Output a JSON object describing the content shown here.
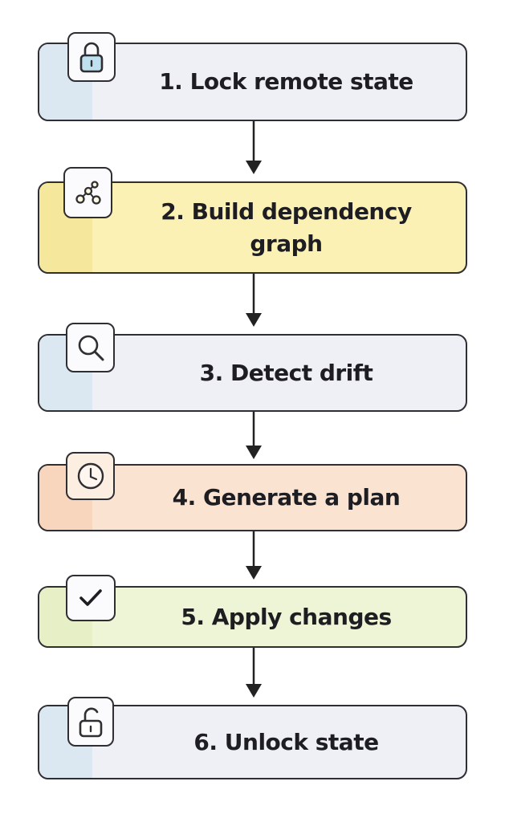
{
  "steps": [
    {
      "label": "1. Lock remote state",
      "icon": "lock-icon",
      "fill": "#eef0f6",
      "stripe": "#dbe8f2"
    },
    {
      "label": "2. Build dependency graph",
      "icon": "graph-nodes-icon",
      "fill": "#fbf1b4",
      "stripe": "#f5e89c"
    },
    {
      "label": "3. Detect drift",
      "icon": "magnifier-icon",
      "fill": "#eef0f6",
      "stripe": "#dbe8f2"
    },
    {
      "label": "4. Generate a plan",
      "icon": "clock-icon",
      "fill": "#fbe3d2",
      "stripe": "#f8d6bd"
    },
    {
      "label": "5. Apply changes",
      "icon": "checkmark-icon",
      "fill": "#eef4d6",
      "stripe": "#e6efc5"
    },
    {
      "label": "6. Unlock state",
      "icon": "unlock-icon",
      "fill": "#eef0f6",
      "stripe": "#dbe8f2"
    }
  ]
}
